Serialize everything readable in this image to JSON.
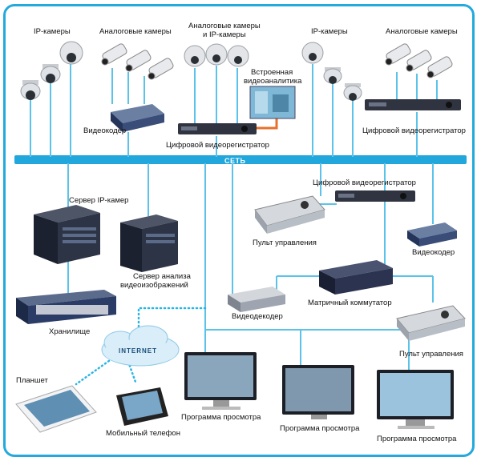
{
  "network": {
    "label": "СЕТЬ",
    "color": "#22a7dc"
  },
  "labels": {
    "ip_cameras_1": "IP-камеры",
    "analog_cameras_1": "Аналоговые камеры",
    "mixed_cameras_line1": "Аналоговые камеры",
    "mixed_cameras_line2": "и IP-камеры",
    "ip_cameras_2": "IP-камеры",
    "analog_cameras_2": "Аналоговые камеры",
    "analytics_line1": "Встроенная",
    "analytics_line2": "видеоаналитика",
    "video_encoder_1": "Видеокодер",
    "dvr_1": "Цифровой видеорегистратор",
    "dvr_2": "Цифровой видеорегистратор",
    "dvr_3": "Цифровой видеорегистратор",
    "ip_server": "Сервер IP-камер",
    "analysis_server_line1": "Сервер анализа",
    "analysis_server_line2": "видеоизображений",
    "storage": "Хранилище",
    "control_panel_1": "Пульт управления",
    "video_encoder_2": "Видеокодер",
    "video_decoder": "Видеодекодер",
    "matrix_switch": "Матричный коммутатор",
    "control_panel_2": "Пульт управления",
    "internet": "INTERNET",
    "tablet": "Планшет",
    "mobile": "Мобильный телефон",
    "viewer_1": "Программа просмотра",
    "viewer_2": "Программа просмотра",
    "viewer_3": "Программа просмотра"
  },
  "colors": {
    "frame": "#23a9dc",
    "wire": "#5bc3ea",
    "analytics_link": "#e8702a",
    "internet_dots": "#2ab4e6"
  }
}
